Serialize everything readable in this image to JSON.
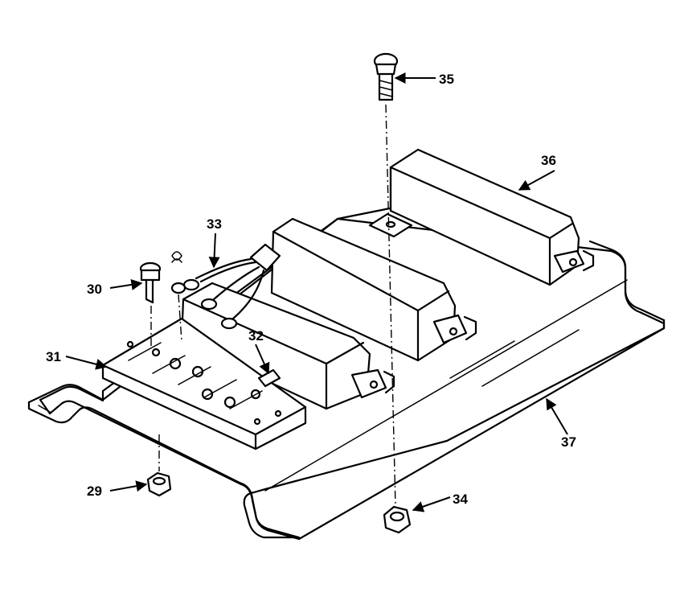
{
  "diagram": {
    "callouts": {
      "c29": "29",
      "c30": "30",
      "c31": "31",
      "c32": "32",
      "c33": "33",
      "c34": "34",
      "c35": "35",
      "c36": "36",
      "c37": "37"
    },
    "line_color": "#000000",
    "background": "#ffffff"
  }
}
